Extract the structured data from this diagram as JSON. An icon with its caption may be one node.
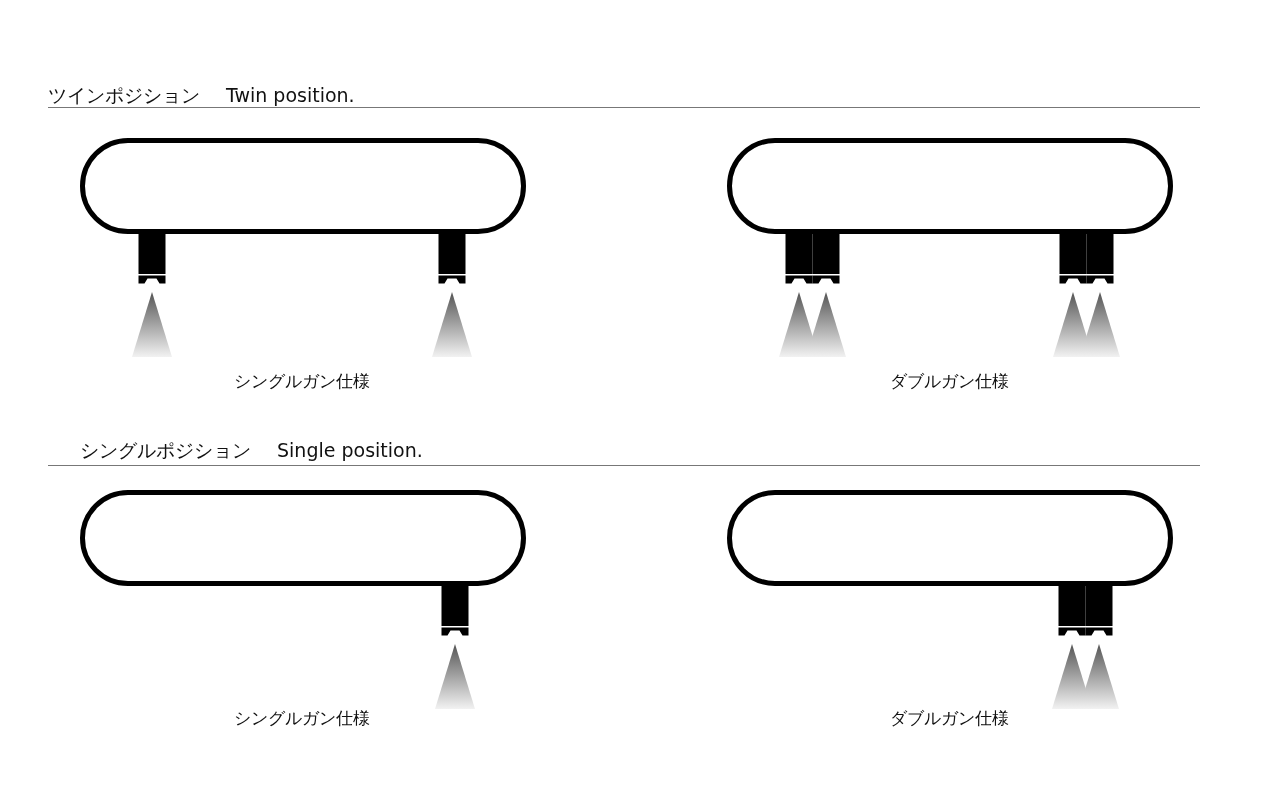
{
  "diagram": {
    "nodes": [
      {
        "text": [],
        "shape": "box"
      },
      {
        "text": [],
        "shape": "box"
      },
      {
        "text": [],
        "shape": "box"
      },
      {
        "text": [],
        "shape": "box"
      }
    ],
    "labels": [
      "ツインポジション",
      "Twin position.",
      "シングルガン仕様",
      "ダブルガン仕様",
      "シングルポジション",
      "Single position.",
      "シングルガン仕様",
      "ダブルガン仕様"
    ]
  }
}
